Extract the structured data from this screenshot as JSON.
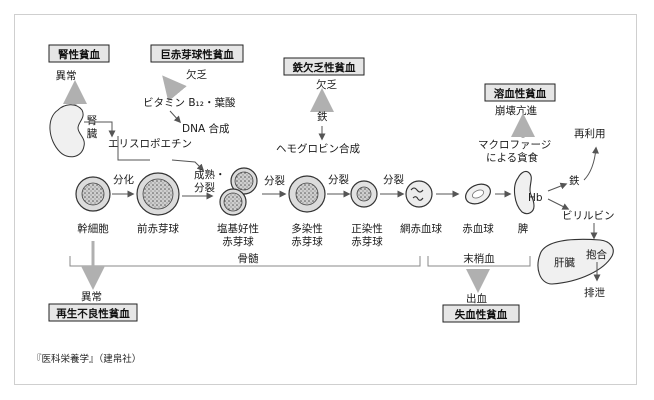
{
  "boxes": {
    "renal": "腎性貧血",
    "megaloblastic": "巨赤芽球性貧血",
    "iron": "鉄欠乏性貧血",
    "hemolytic": "溶血性貧血",
    "aplastic": "再生不良性貧血",
    "hemorrhagic": "失血性貧血"
  },
  "labels": {
    "abnormal_top": "異常",
    "deficiency_b12": "欠乏",
    "vitamin_b12": "ビタミン B₁₂・葉酸",
    "dna_synthesis": "DNA 合成",
    "deficiency_iron": "欠乏",
    "iron": "鉄",
    "hemoglobin_synthesis": "ヘモグロビン合成",
    "destruction": "崩壊亢進",
    "macrophage_1": "マクロファージ",
    "macrophage_2": "による貪食",
    "reuse": "再利用",
    "kidney": "腎臓",
    "erythropoietin": "エリスロポエチン",
    "differentiation": "分化",
    "maturation": "成熟・",
    "division_1": "分裂",
    "division_2": "分裂",
    "division_3": "分裂",
    "division_4": "分裂",
    "hb": "Hb",
    "iron_2": "鉄",
    "bilirubin": "ビリルビン",
    "conjugation": "抱合",
    "liver": "肝臓",
    "excretion": "排泄",
    "bone_marrow": "骨髄",
    "peripheral_blood": "末梢血",
    "abnormal_bottom": "異常",
    "bleeding": "出血",
    "credit": "『医科栄養学』（建帛社）"
  },
  "cells": {
    "stem": "幹細胞",
    "proerythroblast": "前赤芽球",
    "basophilic_1": "塩基好性",
    "basophilic_2": "赤芽球",
    "polychromatic_1": "多染性",
    "polychromatic_2": "赤芽球",
    "orthochromatic_1": "正染性",
    "orthochromatic_2": "赤芽球",
    "reticulocyte": "網赤血球",
    "erythrocyte": "赤血球",
    "spleen": "脾"
  },
  "colors": {
    "box_fill": "#e6e6e6",
    "arrow_gray": "#b0b0b0",
    "arrow_dark": "#555555",
    "cell_fill": "#d9d9d9",
    "cell_stroke": "#333333"
  }
}
